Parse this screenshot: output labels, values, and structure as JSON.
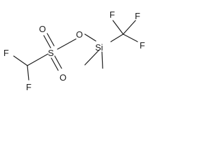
{
  "atoms": {
    "f_top_right": "F",
    "f_right": "F",
    "f_upper": "F",
    "o_ether": "O",
    "o_upper": "O",
    "s": "S",
    "si": "Si",
    "f_left": "F",
    "o_lower": "O",
    "f_bottom": "F"
  }
}
